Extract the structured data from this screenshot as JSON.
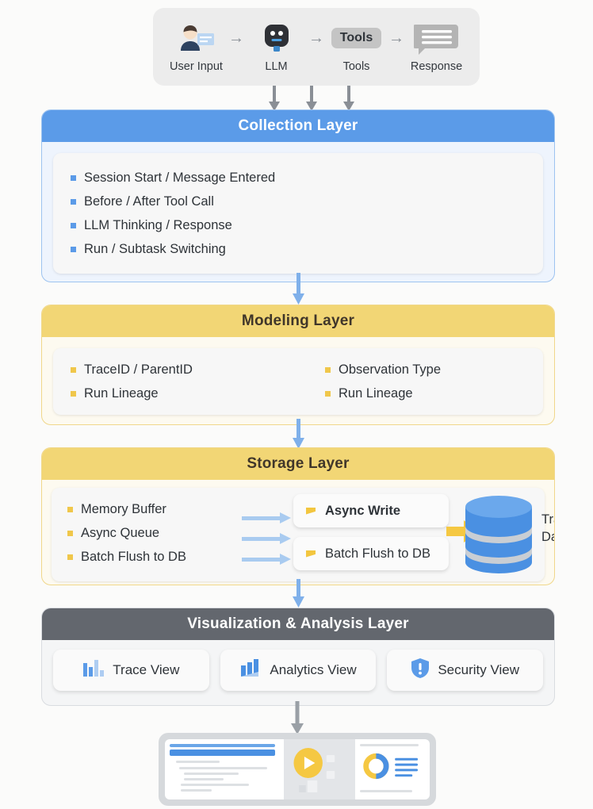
{
  "pipeline": {
    "nodes": [
      {
        "label": "User Input",
        "icon": "user-message-icon"
      },
      {
        "label": "LLM",
        "icon": "robot-icon"
      },
      {
        "label": "Tools",
        "icon": "tools-chip-icon",
        "chip_text": "Tools"
      },
      {
        "label": "Response",
        "icon": "speech-bubble-icon"
      }
    ],
    "arrow_glyph": "→"
  },
  "layers": [
    {
      "id": "collection",
      "title": "Collection Layer",
      "header_color": "#5B9BE8",
      "header_text_color": "#FFFFFF",
      "bullet_color": "#5B9BE8",
      "items": [
        "Session Start / Message Entered",
        "Before / After Tool Call",
        "LLM Thinking / Response",
        "Run / Subtask Switching"
      ]
    },
    {
      "id": "modeling",
      "title": "Modeling Layer",
      "header_color": "#F2D675",
      "header_text_color": "#40362A",
      "bullet_color": "#F0C74B",
      "column_left": [
        "TraceID / ParentID",
        "Run Lineage"
      ],
      "column_right": [
        "Observation Type",
        "Run Lineage"
      ]
    },
    {
      "id": "storage",
      "title": "Storage Layer",
      "header_color": "#F2D675",
      "header_text_color": "#40362A",
      "bullet_color": "#F0C74B",
      "items": [
        "Memory Buffer",
        "Async Queue",
        "Batch Flush to DB"
      ],
      "chips": [
        {
          "label": "Async Write",
          "bold": true
        },
        {
          "label": "Batch Flush to DB",
          "bold": false
        }
      ],
      "database_label_line1": "Trace",
      "database_label_line2": "Database",
      "database_icon": "database-cylinder-icon",
      "database_color": "#4A90E2"
    },
    {
      "id": "visual",
      "title": "Visualization & Analysis Layer",
      "header_color": "#63676E",
      "header_text_color": "#FFFFFF",
      "buttons": [
        {
          "label": "Trace View",
          "icon": "bar-chart-icon"
        },
        {
          "label": "Analytics View",
          "icon": "analytics-bar-icon"
        },
        {
          "label": "Security View",
          "icon": "shield-alert-icon"
        }
      ]
    }
  ],
  "dashboard": {
    "icon": "dashboard-mockup",
    "play_icon": "play-button-icon",
    "accent_color": "#F5C842",
    "donut_colors": [
      "#F5C842",
      "#4A90E2"
    ]
  },
  "connectors": {
    "top_arrow_color": "#8A8F96",
    "layer_arrow_color": "#7FB0EA",
    "bottom_arrow_color": "#9AA0A6"
  }
}
